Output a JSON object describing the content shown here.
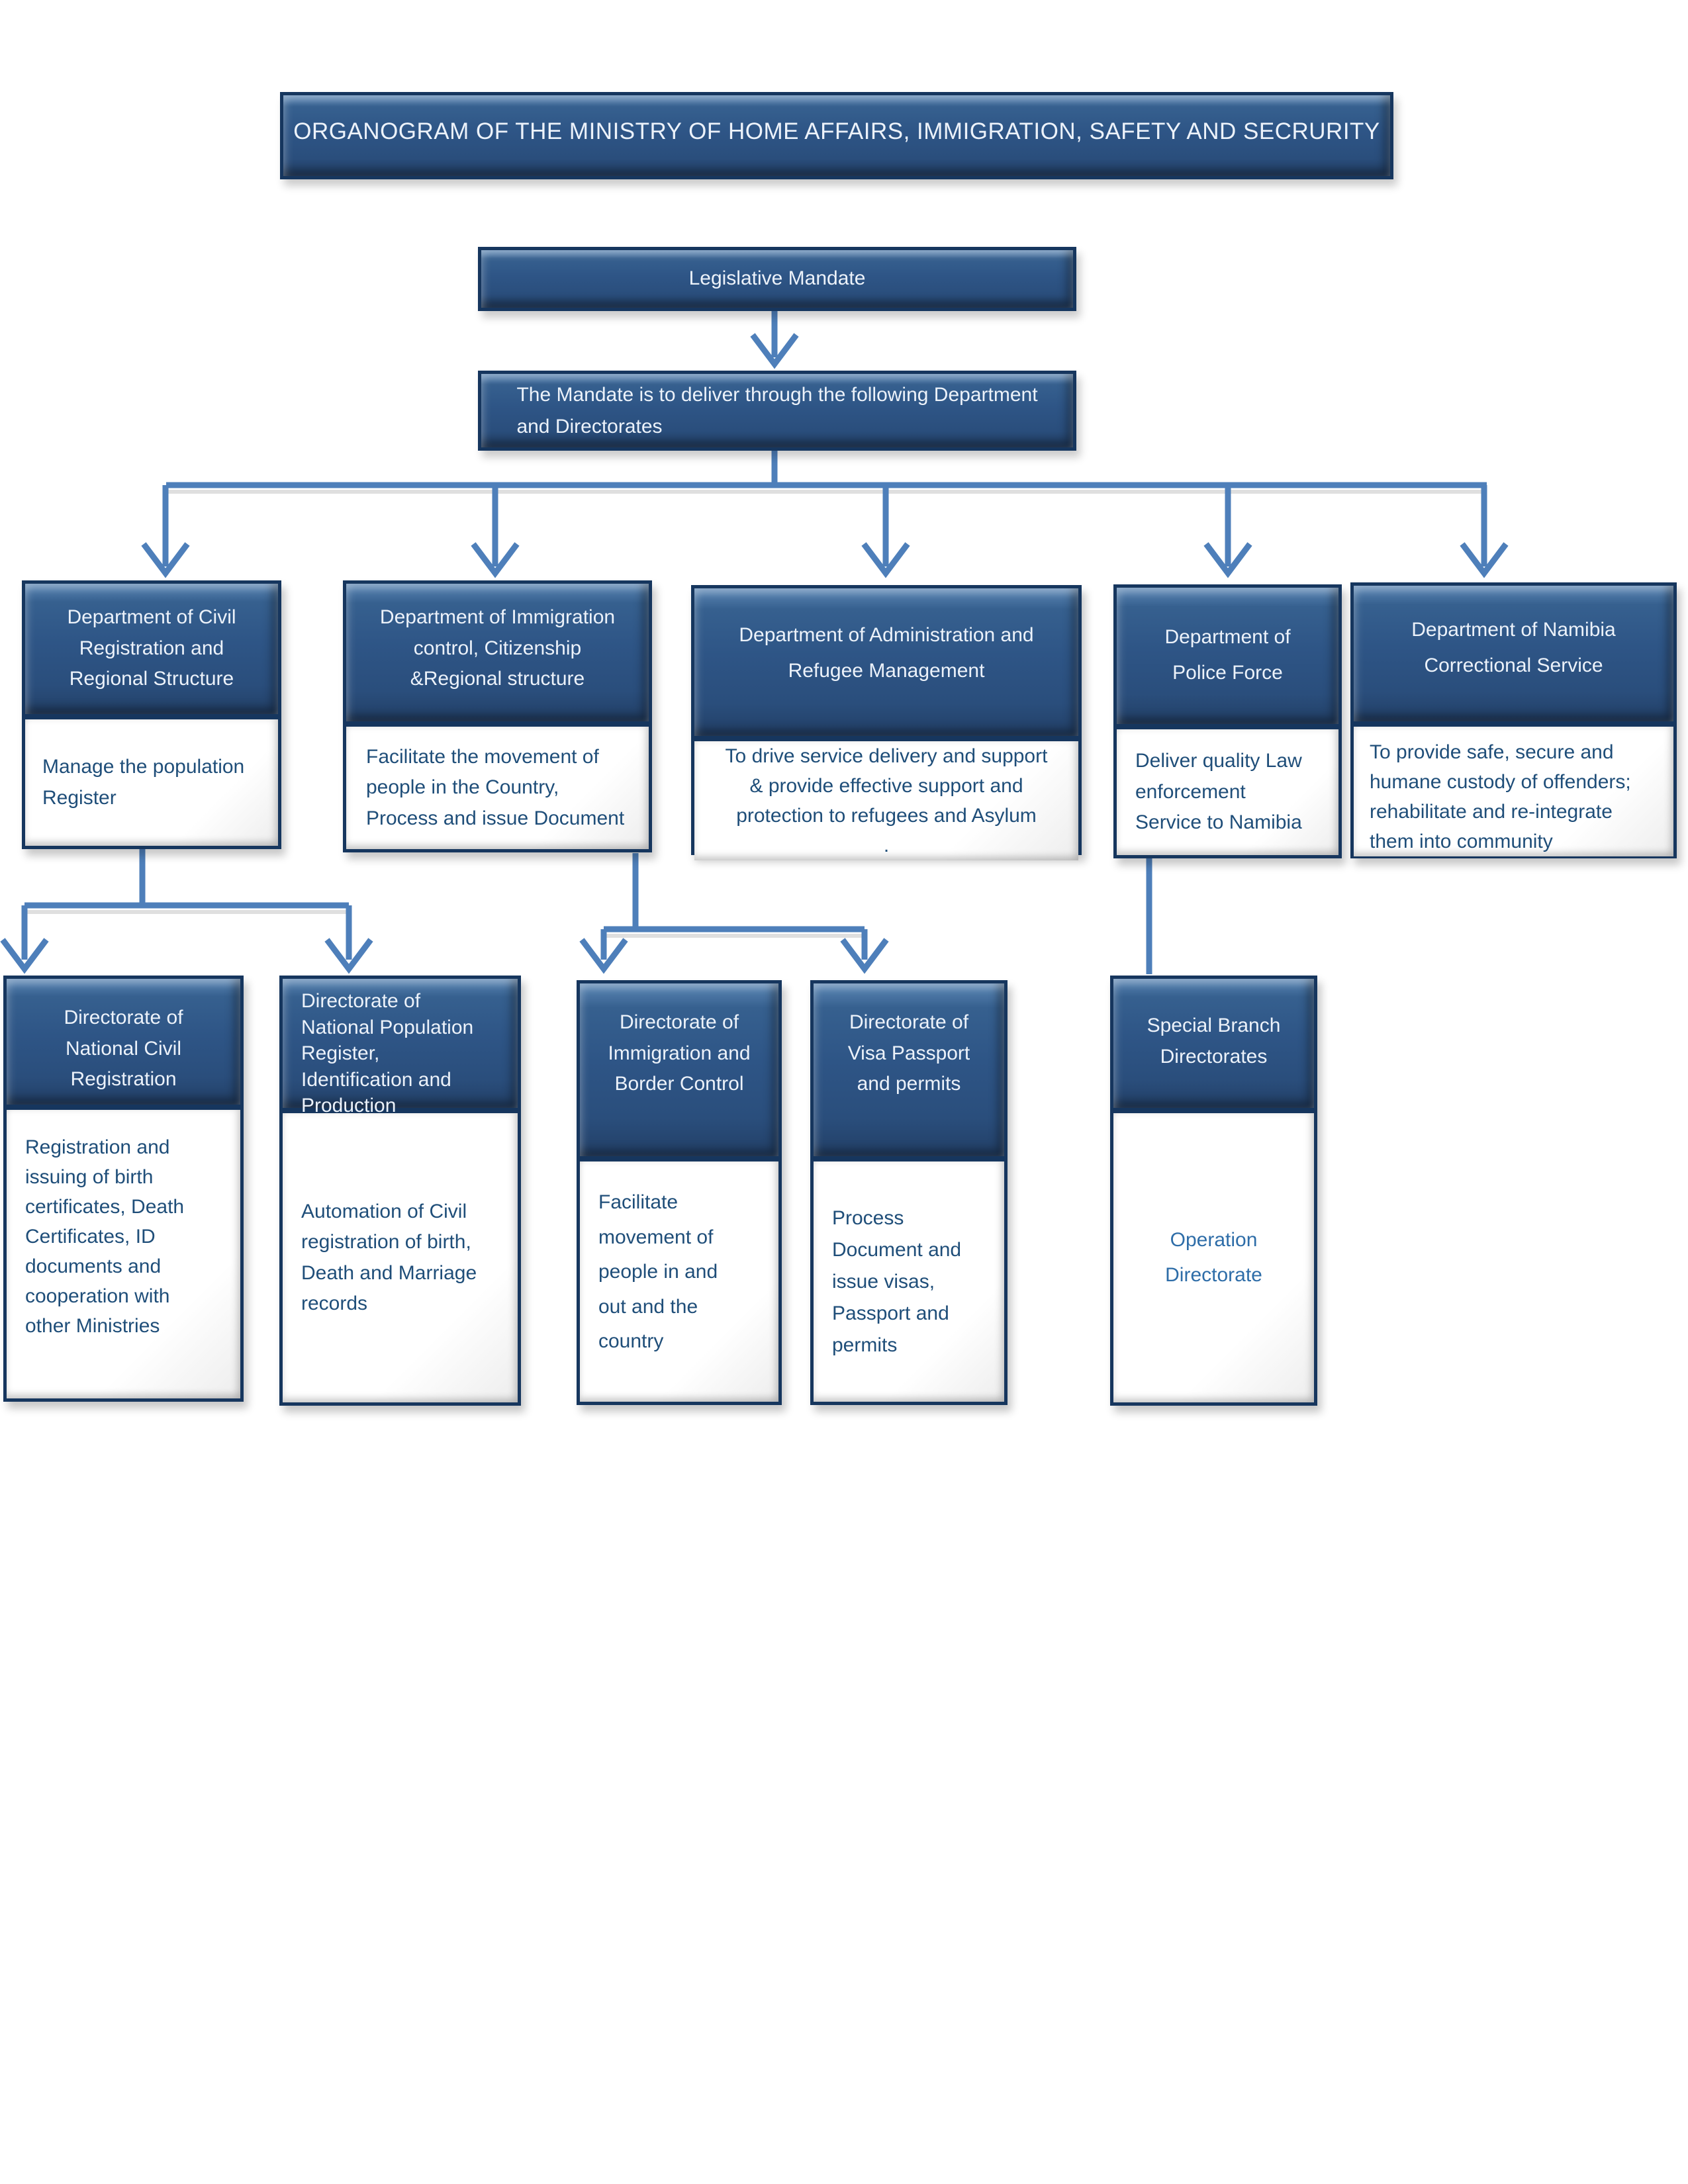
{
  "title": "ORGANOGRAM OF THE MINISTRY OF HOME AFFAIRS, IMMIGRATION, SAFETY AND SECRURITY",
  "mandate": {
    "top_label": "Legislative Mandate",
    "delivery_label": "The Mandate is to deliver through the following Department\nand Directorates"
  },
  "departments": [
    {
      "name": "Department of Civil\nRegistration and\nRegional Structure",
      "mandate": "Manage the population\nRegister"
    },
    {
      "name": "Department of Immigration\ncontrol, Citizenship\n&Regional structure",
      "mandate": "Facilitate the movement of\npeople in the Country,\nProcess and issue Document"
    },
    {
      "name": "Department of Administration and\nRefugee Management",
      "mandate": "To drive service delivery and support\n& provide effective support and\nprotection to refugees and Asylum\n."
    },
    {
      "name": "Department of\nPolice Force",
      "mandate": "Deliver quality Law\nenforcement\nService to Namibia"
    },
    {
      "name": "Department of Namibia\nCorrectional Service",
      "mandate": "To provide safe, secure and\nhumane custody of offenders;\nrehabilitate and re-integrate\nthem into community"
    }
  ],
  "directorates": [
    {
      "name": "Directorate of\nNational Civil\nRegistration",
      "mandate": "Registration and\nissuing of birth\ncertificates, Death\nCertificates, ID\ndocuments and\ncooperation with\nother Ministries"
    },
    {
      "name": "Directorate of\nNational Population\nRegister,\nIdentification and\nProduction",
      "mandate": "Automation of Civil\nregistration of birth,\nDeath and Marriage\nrecords"
    },
    {
      "name": "Directorate of\nImmigration and\nBorder Control",
      "mandate": "Facilitate\nmovement of\npeople in and\nout and the\ncountry"
    },
    {
      "name": "Directorate of\nVisa Passport\nand permits",
      "mandate": "Process\nDocument and\nissue visas,\nPassport and\npermits"
    },
    {
      "name": "Special Branch\nDirectorates",
      "mandate": "Operation\nDirectorate"
    }
  ],
  "colors": {
    "box_fill": "#2E5586",
    "box_border": "#16365E",
    "header_text": "#ECF2FA",
    "body_text": "#1F4E79",
    "operation_directorate_text": "#2E6DA8",
    "connector": "#4E7FBA"
  }
}
